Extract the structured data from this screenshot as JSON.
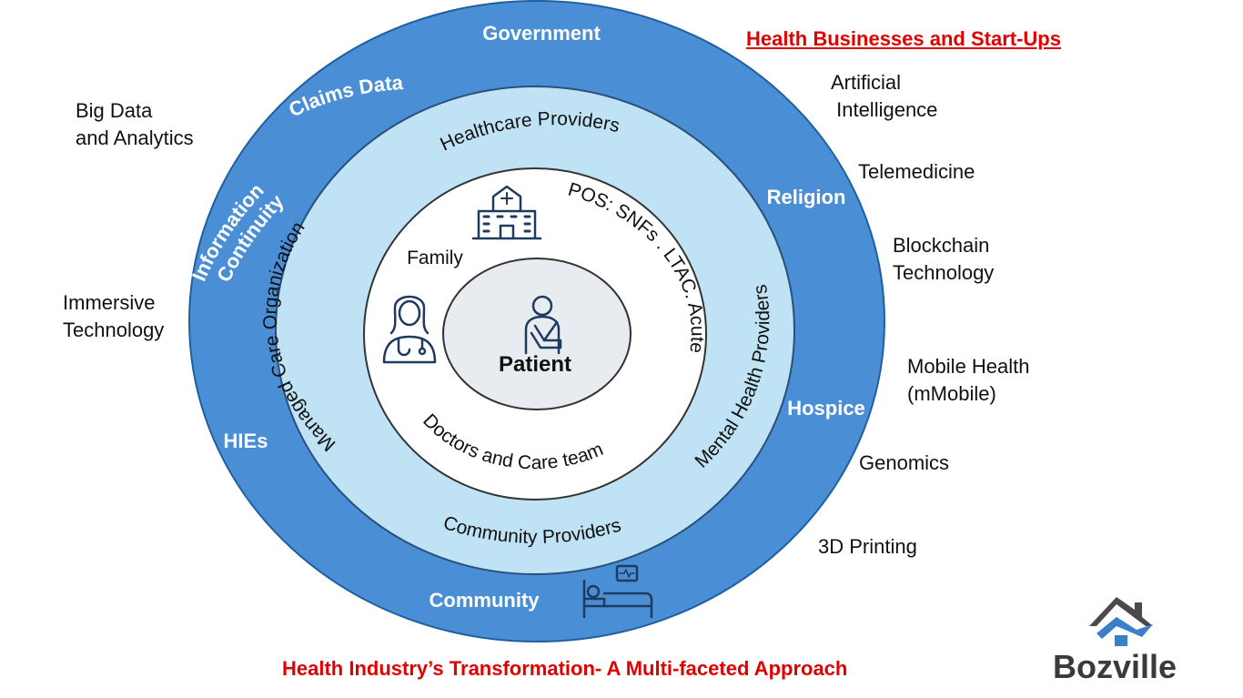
{
  "title": "Health Industry’s Transformation- A Multi-faceted Approach",
  "header": "Health Businesses and Start-Ups",
  "brand": "Bozville",
  "colors": {
    "outer_ring": "#4a8fd6",
    "middle_ring": "#bfe3f5",
    "inner_ring": "#ffffff",
    "core": "#e8ecf1",
    "accent": "#e00000",
    "icon": "#1f3a5f"
  },
  "outer_ring": {
    "government": "Government",
    "claims_data": "Claims Data",
    "info_line1": "Information",
    "info_line2": "Continuity",
    "hies": "HIEs",
    "community": "Community",
    "religion": "Religion",
    "hospice": "Hospice"
  },
  "middle_ring": {
    "healthcare_providers": "Healthcare Providers",
    "managed_care": "Managed Care Organization",
    "community_providers": "Community Providers",
    "mental_health": "Mental Health Providers"
  },
  "inner_ring": {
    "family": "Family",
    "doctors": "Doctors and Care team",
    "pos": "POS: SNFs . LTAC. Acute"
  },
  "center": {
    "patient": "Patient"
  },
  "left_items": [
    [
      "Big Data",
      "and Analytics"
    ],
    [
      "Immersive",
      "Technology"
    ]
  ],
  "right_items": [
    [
      "Artificial",
      " Intelligence"
    ],
    [
      "Telemedicine"
    ],
    [
      "Blockchain",
      "Technology"
    ],
    [
      "Mobile Health",
      "(mMobile)"
    ],
    [
      "Genomics"
    ],
    [
      "3D Printing"
    ]
  ],
  "icons": [
    "hospital-icon",
    "nurse-icon",
    "patient-icon",
    "hospital-bed-icon",
    "heart-monitor-icon",
    "bozville-logo-icon"
  ]
}
